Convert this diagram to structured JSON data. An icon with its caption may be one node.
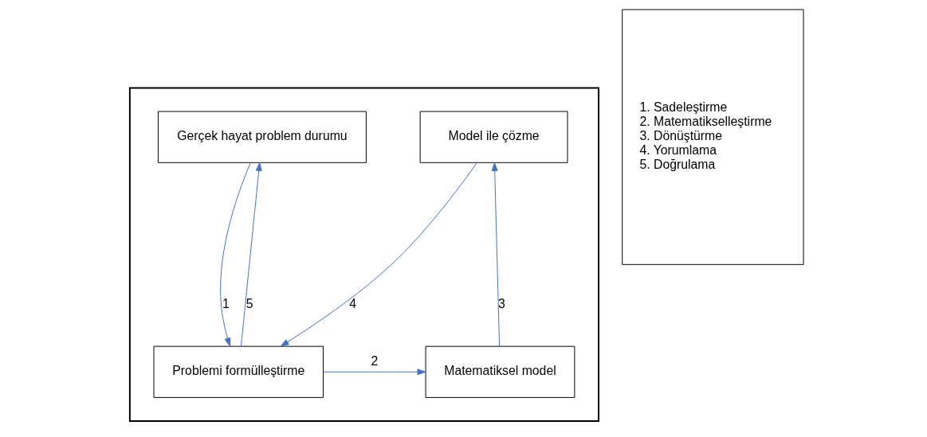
{
  "diagram": {
    "nodes": [
      {
        "text": [],
        "shape": "box"
      },
      {
        "text": [
          "Gerçek hayat problem durumu"
        ],
        "in": 0
      },
      {
        "text": [
          "Model ile çözme"
        ],
        "in": 0
      },
      {
        "text": [
          "Problemi formülleştirme"
        ],
        "in": 0
      },
      {
        "text": [
          "Matematiksel model"
        ],
        "in": 0
      },
      {
        "text": [
          "1. Sadeleştirme",
          "2. Matematikselleştirme",
          "3. Dönüştürme",
          "4. Yorumlama",
          "5. Doğrulama"
        ]
      }
    ],
    "edges": [
      {
        "from": 1,
        "to": 3,
        "arrow": "to",
        "label": "1"
      },
      {
        "from": 3,
        "to": 1,
        "arrow": "to",
        "label": "5"
      },
      {
        "from": 2,
        "to": 3,
        "arrow": "to",
        "label": "4"
      },
      {
        "from": 3,
        "to": 4,
        "arrow": "to",
        "label": "2"
      },
      {
        "from": 4,
        "to": 2,
        "arrow": "to",
        "label": "3"
      }
    ]
  }
}
